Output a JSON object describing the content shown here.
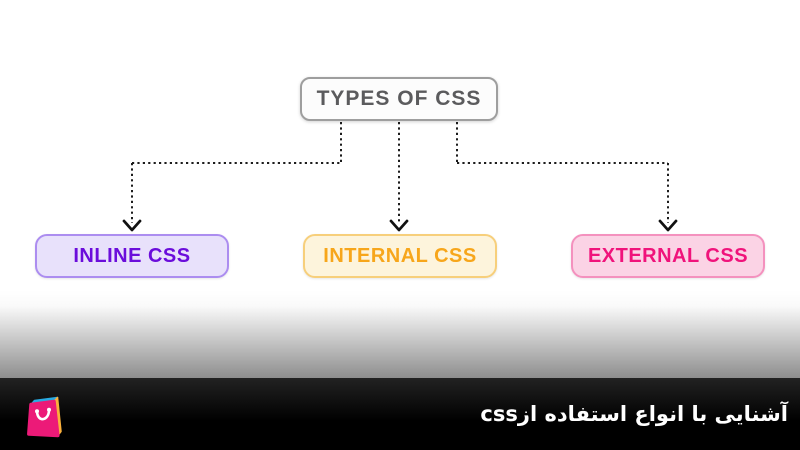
{
  "diagram": {
    "root": {
      "label": "TYPES OF CSS",
      "text_color": "#5b5b5d",
      "border_color": "#9e9e9e",
      "bg_color": "#fcfcfc"
    },
    "children": [
      {
        "label": "INLINE CSS",
        "text_color": "#6b0ddb",
        "border_color": "#ac8df0",
        "bg_color": "#e8e1fb"
      },
      {
        "label": "INTERNAL CSS",
        "text_color": "#f7a61b",
        "border_color": "#f7cf7b",
        "bg_color": "#fdf4dc"
      },
      {
        "label": "EXTERNAL CSS",
        "text_color": "#f0137b",
        "border_color": "#f491be",
        "bg_color": "#fbd3e5"
      }
    ],
    "connector_style": "dotted-line-with-arrowhead",
    "connector_color": "#1c1c1c"
  },
  "footer": {
    "caption": "آشنایی با انواع استفاده ازcss",
    "text_color": "#ffffff",
    "bar_color": "#0a0a0a",
    "logo": {
      "name": "shopping-bag-logo",
      "front_color": "#ec1a78",
      "top_color": "#29abe2",
      "side_color": "#fbb03b",
      "handle_color": "#ffffff"
    }
  }
}
